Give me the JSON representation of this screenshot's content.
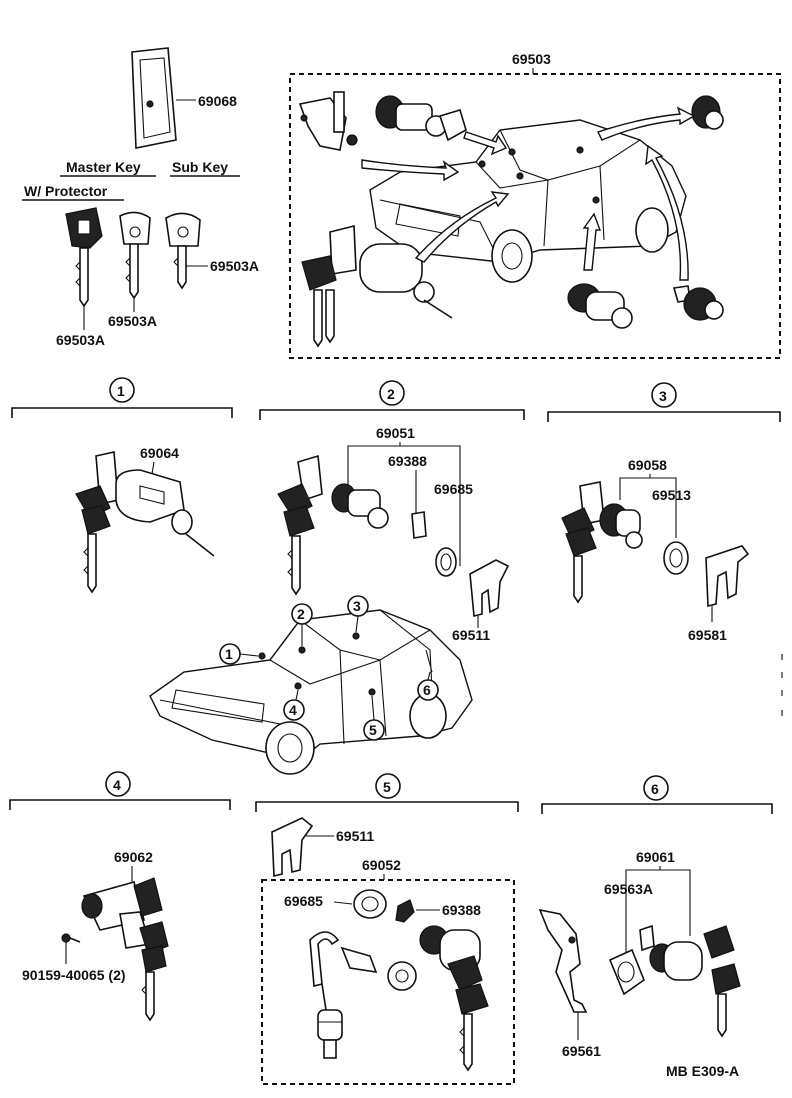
{
  "top": {
    "protector_label": "69068",
    "master_key_heading": "Master Key",
    "sub_key_heading": "Sub Key",
    "protector_heading": "W/ Protector",
    "key_labels": [
      "69503A",
      "69503A",
      "69503A"
    ],
    "set_label": "69503"
  },
  "section1": {
    "number": "1",
    "parts": [
      "69064"
    ]
  },
  "section2": {
    "number": "2",
    "parts": [
      "69051",
      "69388",
      "69685",
      "69511"
    ]
  },
  "section3": {
    "number": "3",
    "parts": [
      "69058",
      "69513",
      "69581"
    ]
  },
  "car_locator": {
    "callouts": [
      "1",
      "2",
      "3",
      "4",
      "5",
      "6"
    ]
  },
  "section4": {
    "number": "4",
    "parts": [
      "69062",
      "90159-40065 (2)"
    ]
  },
  "section5": {
    "number": "5",
    "parts": [
      "69511",
      "69052",
      "69685",
      "69388"
    ]
  },
  "section6": {
    "number": "6",
    "parts": [
      "69061",
      "69563A",
      "69561"
    ]
  },
  "footer": {
    "code": "MB  E309-A"
  }
}
